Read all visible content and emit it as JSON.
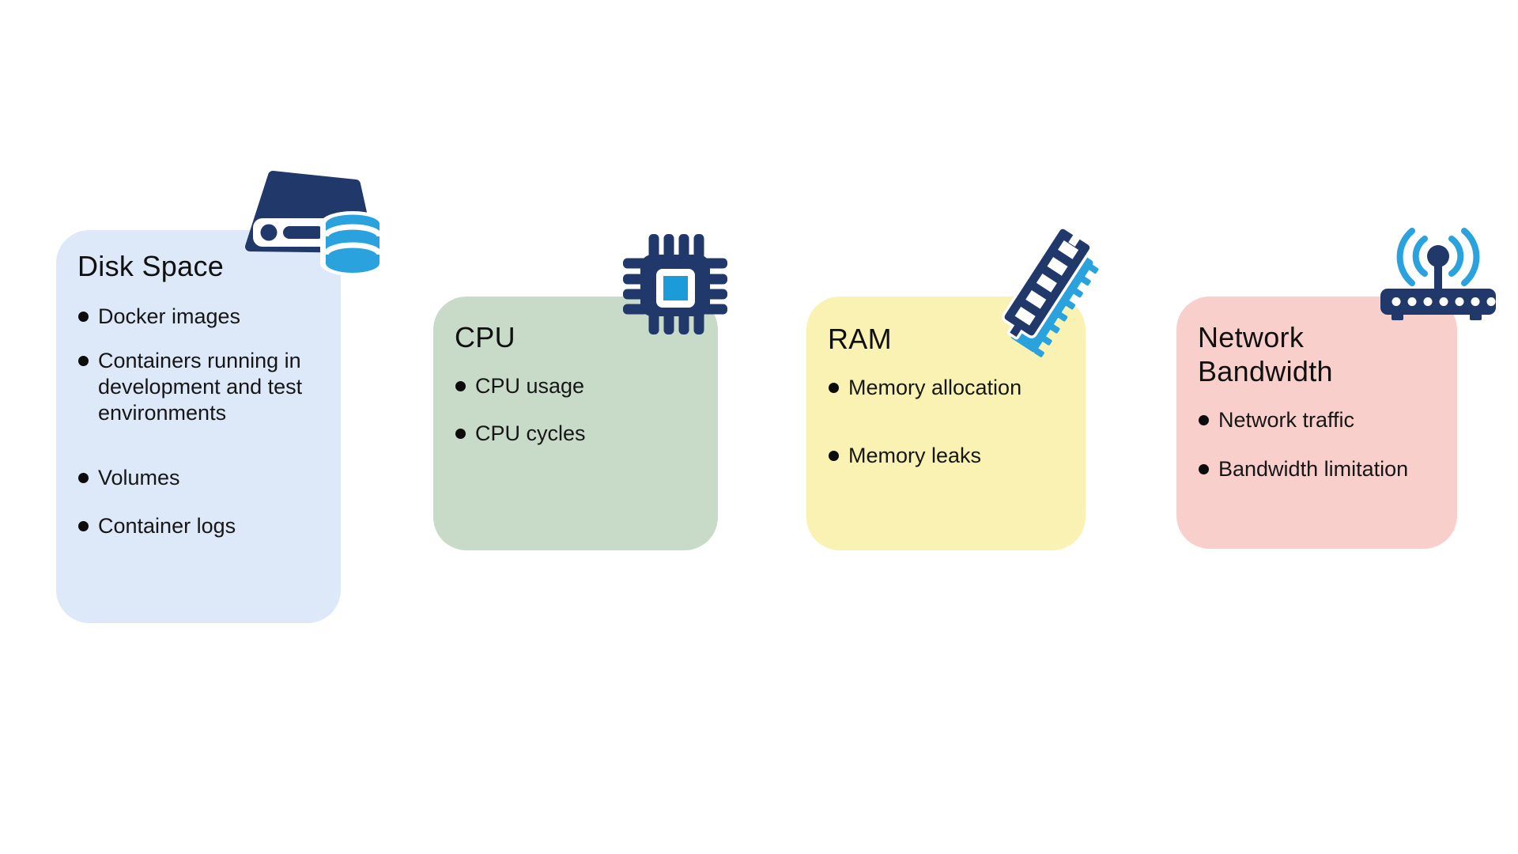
{
  "canvas": {
    "background": "#ffffff"
  },
  "colors": {
    "navy": "#21386b",
    "cyan": "#29a2de",
    "cpu_core_blue": "#1b9cd9",
    "text": "#111111",
    "disk_card_bg": "#dde8f8",
    "cpu_card_bg": "#c8dbc9",
    "ram_card_bg": "#f9f2b2",
    "network_card_bg": "#f8cfca"
  },
  "cards": [
    {
      "id": "disk-space",
      "title": "Disk Space",
      "icon": "hard-drive-database-icon",
      "bg": "#dde8f8",
      "bullets": [
        "Docker images",
        "Containers running in development and test environments",
        "Volumes",
        "Container logs"
      ]
    },
    {
      "id": "cpu",
      "title": "CPU",
      "icon": "cpu-chip-icon",
      "bg": "#c8dbc9",
      "bullets": [
        "CPU usage",
        "CPU cycles"
      ]
    },
    {
      "id": "ram",
      "title": "RAM",
      "icon": "ram-stick-icon",
      "bg": "#f9f2b2",
      "bullets": [
        "Memory allocation",
        "Memory leaks"
      ]
    },
    {
      "id": "network-bandwidth",
      "title": "Network Bandwidth",
      "icon": "wifi-router-icon",
      "bg": "#f8cfca",
      "bullets": [
        "Network traffic",
        "Bandwidth limitation"
      ]
    }
  ]
}
